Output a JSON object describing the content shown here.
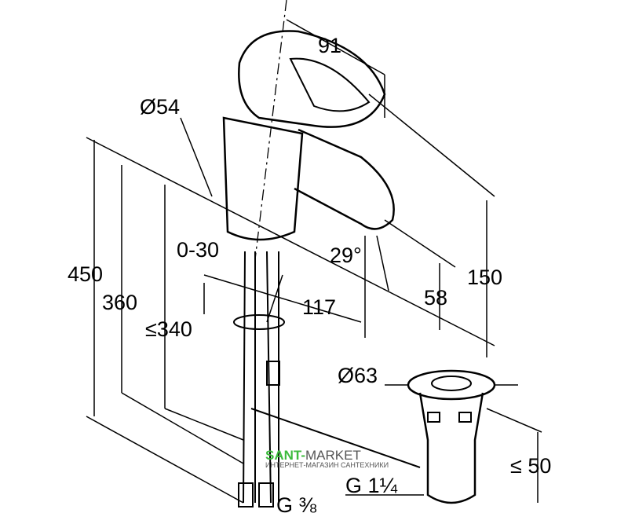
{
  "drawing": {
    "dimensions": {
      "spout_reach": "91",
      "body_diameter": "Ø54",
      "total_height": "450",
      "hose_length": "360",
      "max_deck_thickness": "≤340",
      "deck_thickness_range": "0-30",
      "rod_length": "117",
      "handle_angle": "29°",
      "spout_height": "58",
      "tap_height": "150",
      "waste_diameter": "Ø63",
      "waste_depth": "≤ 50",
      "waste_thread": "G 1¼",
      "supply_thread": "G ⅜"
    },
    "watermark": {
      "brand_a": "SANT-",
      "brand_b": "MARKET",
      "tagline": "ИНТЕРНЕТ-МАГАЗИН САНТЕХНИКИ",
      "color": "#3dbb3d"
    }
  }
}
